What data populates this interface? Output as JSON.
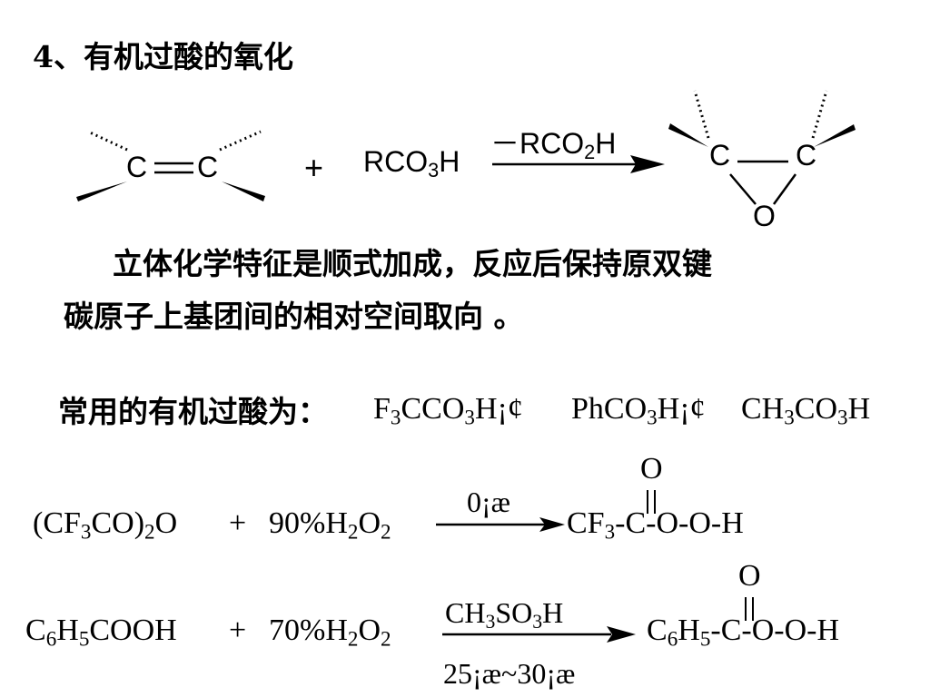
{
  "section_title": "4、有机过酸的氧化",
  "reaction1": {
    "alkene_c1": "C",
    "alkene_c2": "C",
    "plus": "+",
    "reagent": {
      "main": "RCO",
      "sub": "3",
      "tail": "H"
    },
    "arrow_label": {
      "main": "－RCO",
      "sub": "2",
      "tail": "H"
    },
    "epoxide_c1": "C",
    "epoxide_c2": "C",
    "epoxide_o": "O"
  },
  "description": {
    "line1": "立体化学特征是顺式加成，反应后保持原双键",
    "line2": "碳原子上基团间的相对空间取向 。"
  },
  "common_peracids": {
    "label": "常用的有机过酸为：",
    "acid1": {
      "a": "F",
      "b": "3",
      "c": "CCO",
      "d": "3",
      "e": "H¡¢"
    },
    "acid2": {
      "a": "PhCO",
      "b": "3",
      "c": "H¡¢"
    },
    "acid3": {
      "a": "CH",
      "b": "3",
      "c": "CO",
      "d": "3",
      "e": "H"
    }
  },
  "reaction2": {
    "r1": {
      "a": "(CF",
      "b": "3",
      "c": "CO)",
      "d": "2",
      "e": "O"
    },
    "plus": "+",
    "r2": {
      "a": "90%H",
      "b": "2",
      "c": "O",
      "d": "2"
    },
    "condition": "0¡æ",
    "carbonyl_o": "O",
    "product": {
      "a": "CF",
      "b": "3",
      "c": "-C-O-O-H"
    }
  },
  "reaction3": {
    "r1": {
      "a": "C",
      "b": "6",
      "c": "H",
      "d": "5",
      "e": "COOH"
    },
    "plus": "+",
    "r2": {
      "a": "70%H",
      "b": "2",
      "c": "O",
      "d": "2"
    },
    "catalyst": {
      "a": "CH",
      "b": "3",
      "c": "SO",
      "d": "3",
      "e": "H"
    },
    "temperature": "25¡æ~30¡æ",
    "carbonyl_o": "O",
    "product": {
      "a": "C",
      "b": "6",
      "c": "H",
      "d": "5",
      "e": "-C-O-O-H"
    }
  }
}
